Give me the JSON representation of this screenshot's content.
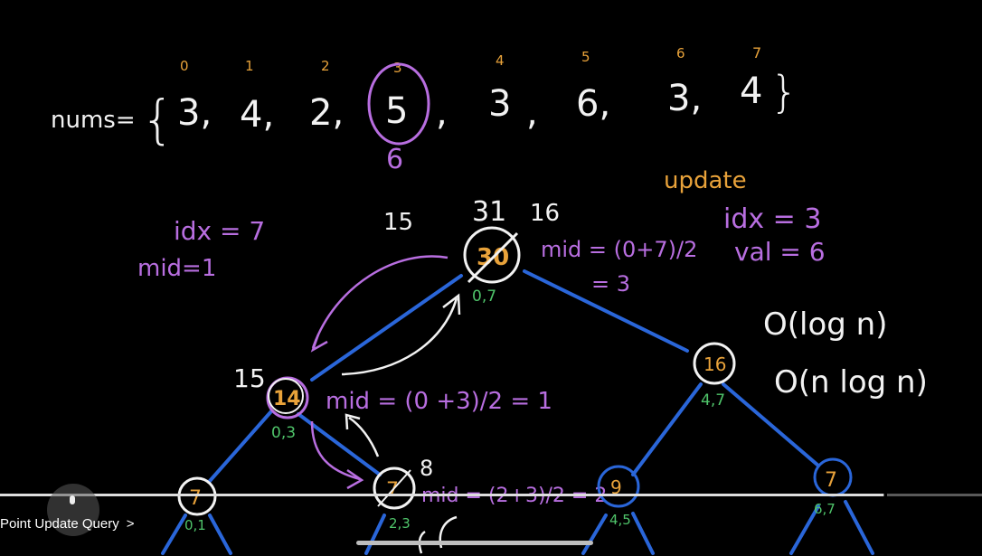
{
  "array": {
    "label": "nums=",
    "open_brace": "{",
    "close_brace": "}",
    "indices": [
      "0",
      "1",
      "2",
      "3",
      "4",
      "5",
      "6",
      "7"
    ],
    "values": [
      "3,",
      "4,",
      "2,",
      "5",
      ", ",
      "3 ,",
      "6,",
      "3,",
      "4"
    ],
    "items": [
      {
        "index": "0",
        "value": "3,"
      },
      {
        "index": "1",
        "value": "4,"
      },
      {
        "index": "2",
        "value": "2,"
      },
      {
        "index": "3",
        "value": "5"
      },
      {
        "index": "4",
        "value": "3"
      },
      {
        "index": "5",
        "value": "6,"
      },
      {
        "index": "6",
        "value": "3,"
      },
      {
        "index": "7",
        "value": "4"
      }
    ],
    "separator_after_3": ",",
    "separator_after_4": ",",
    "updated_value": "6"
  },
  "left_notes": {
    "idx": "idx = 7",
    "mid": "mid=1"
  },
  "update_panel": {
    "title": "update",
    "idx": "idx = 3",
    "val": "val = 6"
  },
  "complexity": {
    "first": "O(log n)",
    "second": "O(n log n)"
  },
  "tree": {
    "root": {
      "value": "30",
      "range": "0,7",
      "new_value": "31",
      "left_sum": "15",
      "right_sum": "16",
      "mid_note": "mid = (0+7)/2",
      "mid_result": "= 3"
    },
    "left": {
      "value": "14",
      "range": "0,3",
      "new_value": "15",
      "mid_note": "mid = (0 +3)/2 = 1"
    },
    "right": {
      "value": "16",
      "range": "4,7"
    },
    "ll": {
      "value": "7",
      "range": "0,1"
    },
    "lr": {
      "value": "7",
      "range": "2,3",
      "new_value": "8",
      "mid_note": "mid = (2+3)/2 = 2"
    },
    "rl": {
      "value": "9",
      "range": "4,5"
    },
    "rr": {
      "value": "7",
      "range": "6,7"
    }
  },
  "player": {
    "chapter_title": "Point Update Query",
    "chapter_chevron": ">",
    "progress_fraction": 0.9
  },
  "colors": {
    "white": "#f2f2f2",
    "orange": "#e8a23a",
    "purple": "#b86ee0",
    "green": "#4fc46a",
    "blue": "#2a66d9"
  }
}
